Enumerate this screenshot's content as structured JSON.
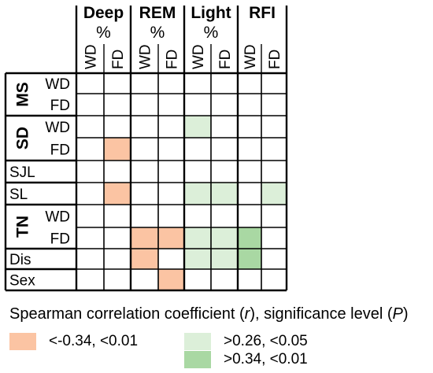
{
  "column_groups": [
    {
      "key": "deep",
      "lines": [
        "Deep",
        "%"
      ]
    },
    {
      "key": "rem",
      "lines": [
        "REM",
        "%"
      ]
    },
    {
      "key": "light",
      "lines": [
        "Light",
        "%"
      ]
    },
    {
      "key": "rfi",
      "lines": [
        "RFI"
      ]
    }
  ],
  "subcolumns": [
    "WD",
    "FD"
  ],
  "row_groups": [
    {
      "label": "MS",
      "rows": [
        "WD",
        "FD"
      ]
    },
    {
      "label": "SD",
      "rows": [
        "WD",
        "FD"
      ]
    },
    {
      "label": "SJL",
      "rows": [
        ""
      ]
    },
    {
      "label": "SL",
      "rows": [
        ""
      ]
    },
    {
      "label": "TN",
      "rows": [
        "WD",
        "FD"
      ]
    },
    {
      "label": "Dis",
      "rows": [
        ""
      ]
    },
    {
      "label": "Sex",
      "rows": [
        ""
      ]
    }
  ],
  "cell_levels": [
    [
      0,
      0,
      0,
      0,
      0,
      0,
      0,
      0
    ],
    [
      0,
      0,
      0,
      0,
      0,
      0,
      0,
      0
    ],
    [
      0,
      0,
      0,
      0,
      1,
      0,
      0,
      0
    ],
    [
      0,
      -1,
      0,
      0,
      0,
      0,
      0,
      0
    ],
    [
      0,
      0,
      0,
      0,
      0,
      0,
      0,
      0
    ],
    [
      0,
      -1,
      0,
      0,
      1,
      1,
      0,
      1
    ],
    [
      0,
      0,
      0,
      0,
      0,
      0,
      0,
      0
    ],
    [
      0,
      0,
      -1,
      -1,
      1,
      1,
      2,
      0
    ],
    [
      0,
      0,
      -1,
      0,
      1,
      1,
      2,
      0
    ],
    [
      0,
      0,
      0,
      -1,
      0,
      0,
      0,
      0
    ]
  ],
  "colors": {
    "neg": "#fbc4a3",
    "pos_weak": "#dcefd9",
    "pos_strong": "#a9d8a3",
    "none": "#ffffff",
    "line": "#000000"
  },
  "legend": {
    "title_parts": [
      "Spearman correlation coefficient (",
      "r",
      "), significance level (",
      "P",
      ")"
    ],
    "items": [
      {
        "level": "neg",
        "label": "<-0.34, <0.01"
      },
      {
        "level": "pos_weak",
        "label": ">0.26, <0.05"
      },
      {
        "level": "pos_strong",
        "label": ">0.34, <0.01"
      }
    ]
  }
}
